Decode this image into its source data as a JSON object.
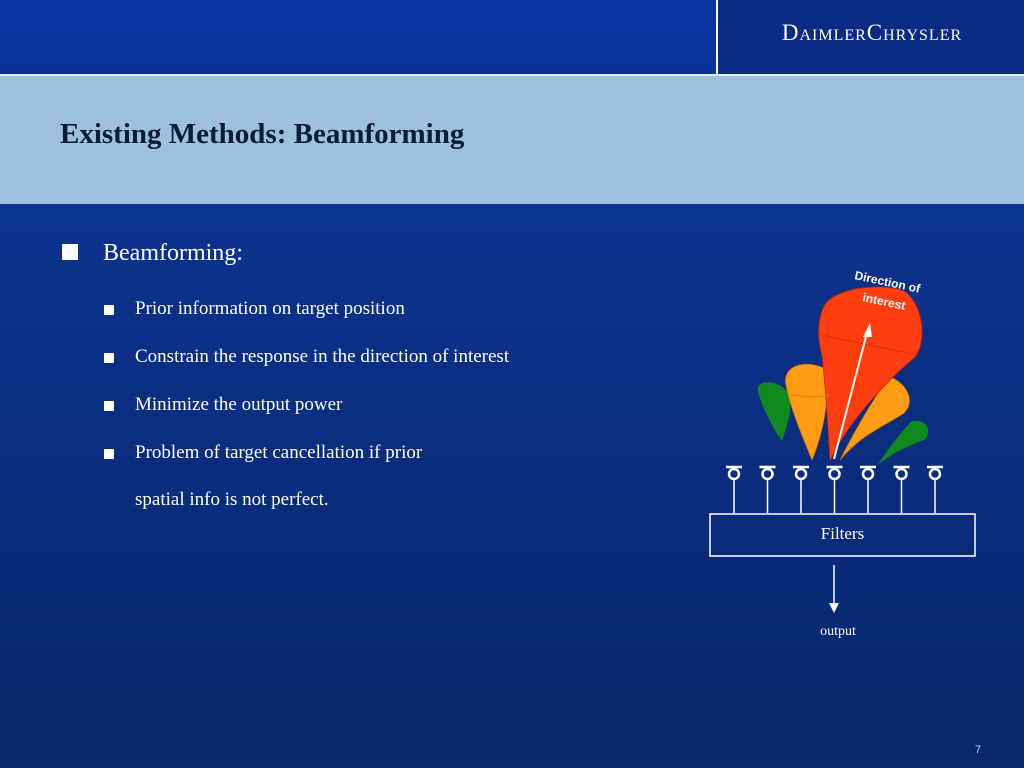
{
  "header": {
    "brand": "DaimlerChrysler"
  },
  "slide": {
    "title": "Existing Methods: Beamforming",
    "bullet": "Beamforming:",
    "sub_bullets": [
      "Prior information on target position",
      "Constrain the response in the direction of interest",
      "Minimize the output power",
      "Problem of target cancellation if prior"
    ],
    "continuation": "spatial info is not perfect.",
    "page_number": "7"
  },
  "diagram": {
    "direction_label_1": "Direction of",
    "direction_label_2": "interest",
    "filters_label": "Filters",
    "output_label": "output",
    "colors": {
      "main_beam": "#ff3d0f",
      "side_beam": "#ff9c14",
      "outer_beam": "#0f8a1f",
      "arrow": "#ffffff"
    }
  }
}
